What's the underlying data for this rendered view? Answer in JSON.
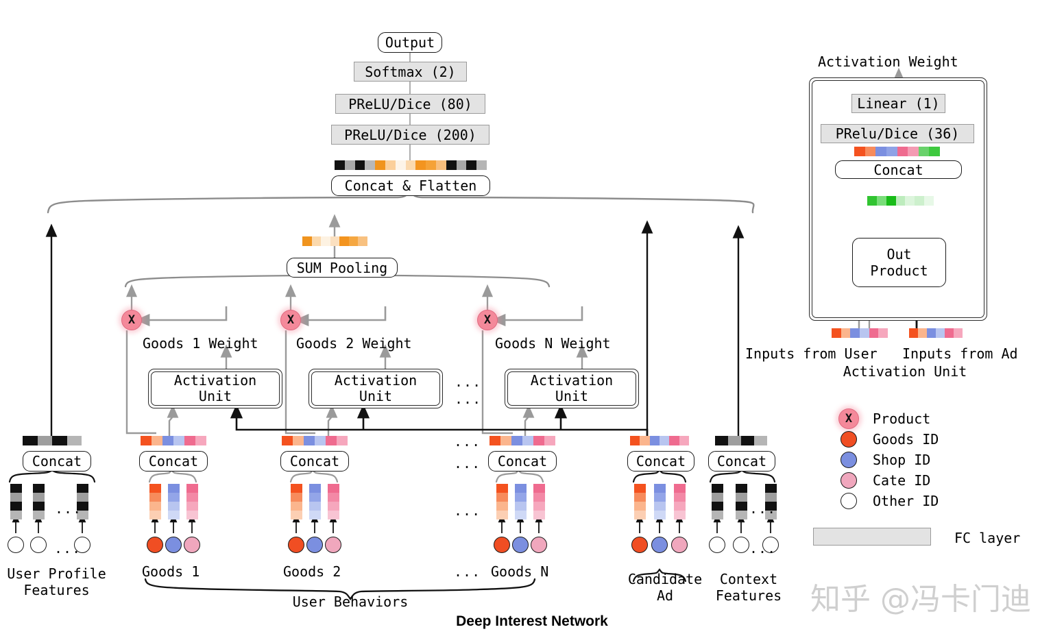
{
  "title": "Deep Interest Network",
  "watermark": "知乎 @冯卡门迪",
  "main_tower": {
    "output": "Output",
    "softmax": "Softmax (2)",
    "prelu80": "PReLU/Dice (80)",
    "prelu200": "PReLU/Dice (200)",
    "concat_flatten": "Concat & Flatten",
    "sum_pooling": "SUM Pooling"
  },
  "activation_unit": {
    "header": "Activation Weight",
    "linear": "Linear (1)",
    "prelu36": "PRelu/Dice (36)",
    "concat": "Concat",
    "out_product_line1": "Out",
    "out_product_line2": "Product",
    "input_user": "Inputs from User",
    "input_ad": "Inputs from Ad",
    "caption": "Activation Unit"
  },
  "columns": {
    "user_profile": {
      "concat": "Concat",
      "label_line1": "User Profile",
      "label_line2": "Features",
      "ellipsis": "..."
    },
    "goods1": {
      "concat": "Concat",
      "label": "Goods 1",
      "weight": "Goods 1 Weight",
      "unit_line1": "Activation",
      "unit_line2": "Unit",
      "product": "X"
    },
    "goods2": {
      "concat": "Concat",
      "label": "Goods 2",
      "weight": "Goods 2 Weight",
      "unit_line1": "Activation",
      "unit_line2": "Unit",
      "product": "X"
    },
    "goodsN": {
      "concat": "Concat",
      "label": "Goods N",
      "weight": "Goods N Weight",
      "unit_line1": "Activation",
      "unit_line2": "Unit",
      "product": "X"
    },
    "candidate_ad": {
      "concat": "Concat",
      "label_line1": "Candidate",
      "label_line2": "Ad"
    },
    "context": {
      "concat": "Concat",
      "label_line1": "Context",
      "label_line2": "Features",
      "ellipsis": "..."
    },
    "behaviors_brace_label": "User Behaviors",
    "ellipsis": "...",
    "ellipsis_mid": "..."
  },
  "legend": {
    "items": [
      {
        "icon": "product-x-icon",
        "label": "Product",
        "color": "#f4899a"
      },
      {
        "icon": "goods-id-dot-icon",
        "label": "Goods ID",
        "color": "#f04e23"
      },
      {
        "icon": "shop-id-dot-icon",
        "label": "Shop ID",
        "color": "#7b8fe0"
      },
      {
        "icon": "cate-id-dot-icon",
        "label": "Cate ID",
        "color": "#f0a7bd"
      },
      {
        "icon": "other-id-dot-icon",
        "label": "Other ID",
        "color": "#ffffff"
      }
    ],
    "fc_layer_label": "FC layer",
    "fc_layer_color": "#e3e3e3"
  },
  "palette": {
    "goods_orange": [
      "#f4521f",
      "#f78b5c",
      "#fbb58d",
      "#fccfb3"
    ],
    "shop_blue": [
      "#7b8fe0",
      "#93a5e8",
      "#b8c5f0",
      "#cfd9f6"
    ],
    "cate_pink": [
      "#ef6b8f",
      "#f389a6",
      "#f6a7bd",
      "#f8c4d3"
    ],
    "context_gray": [
      "#111111",
      "#9e9e9e",
      "#111111",
      "#b5b5b5"
    ],
    "sum_orange": [
      "#f0941e",
      "#fbd9ad",
      "#fdf2e2",
      "#fbe0c0",
      "#f3941f",
      "#f5a741",
      "#f8c180"
    ],
    "flatten": [
      "#111111",
      "#a8a8a8",
      "#111111",
      "#b8b8b8",
      "#f0941e",
      "#fbcf9a",
      "#fdf4e8",
      "#fbd9ae",
      "#f3941f",
      "#f5a237",
      "#f8bf7d",
      "#111111",
      "#a8a8a8",
      "#111111",
      "#b5b5b5"
    ],
    "au_concat": [
      "#f4521f",
      "#f78b5c",
      "#7b8fe0",
      "#8fa2e6",
      "#ef6b8f",
      "#f49bb3",
      "#69d26b",
      "#3ec93f"
    ],
    "au_green": [
      "#31c431",
      "#79dd79",
      "#18bc18",
      "#bdecbd",
      "#dcf5dc",
      "#cdf0cd",
      "#e7f8e7"
    ]
  }
}
